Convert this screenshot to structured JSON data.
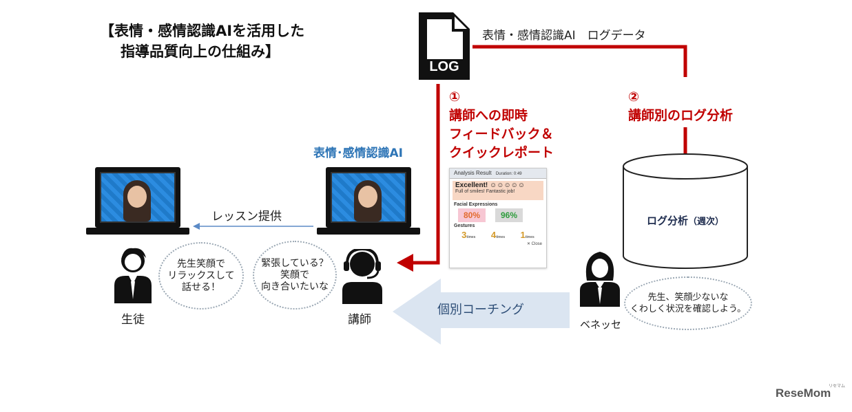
{
  "title": {
    "line1": "【表情・感情認識AIを活用した",
    "line2": "指導品質向上の仕組み】"
  },
  "log_icon": {
    "label": "LOG"
  },
  "log_data_label": "表情・感情認識AI　ログデータ",
  "step1": {
    "number": "①",
    "line1": "講師への即時",
    "line2": "フィードバック＆",
    "line3": "クイックレポート"
  },
  "step2": {
    "number": "②",
    "label": "講師別のログ分析"
  },
  "ai_label": "表情･感情認識AI",
  "lesson_label": "レッスン提供",
  "coaching_label": "個別コーチング",
  "db": {
    "label": "ログ分析",
    "sub": "（週次）"
  },
  "people": {
    "student": "生徒",
    "teacher": "講師",
    "benesse": "ベネッセ"
  },
  "bubbles": {
    "student": {
      "line1": "先生笑顔で",
      "line2": "リラックスして",
      "line3": "話せる！"
    },
    "teacher": {
      "line1": "緊張している？",
      "line2": "笑顔で",
      "line3": "向き合いたいな"
    },
    "benesse": {
      "line1": "先生、笑顔少ないな",
      "line2": "くわしく状況を確認しよう。"
    }
  },
  "report": {
    "header": "Analysis Result",
    "duration": "Duration: 0:49",
    "rating": "Excellent!",
    "rating_icons": "☺☺☺☺☺",
    "comment": "Full of smiles! Fantastic job!",
    "facial_label": "Facial Expressions",
    "facial_values": [
      "80%",
      "96%"
    ],
    "gestures_label": "Gestures",
    "gestures_values": [
      "3",
      "4",
      "1"
    ],
    "gestures_unit": "times",
    "close_label": "Close"
  },
  "watermark": "ReseMom",
  "watermark_kana": "リセマム",
  "colors": {
    "red": "#c00000",
    "blue": "#2e75b6",
    "arrow_fill": "#dbe5f1",
    "navy": "#1f2d4f"
  }
}
